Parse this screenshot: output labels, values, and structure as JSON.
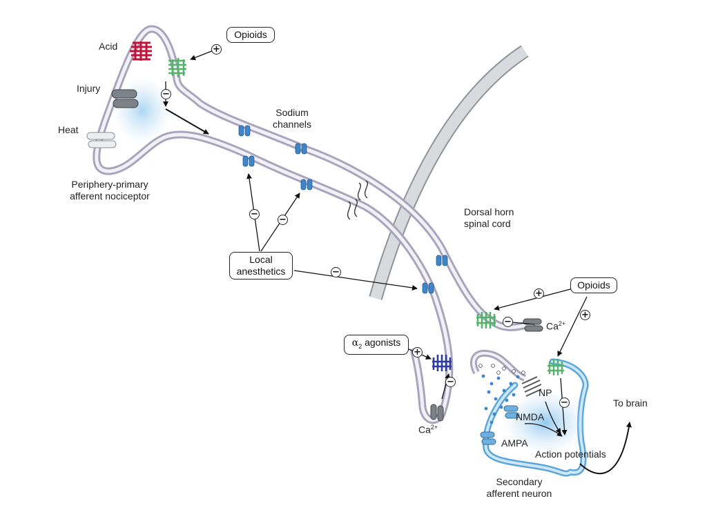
{
  "stimuli": {
    "acid": "Acid",
    "injury": "Injury",
    "heat": "Heat"
  },
  "opioids_top": "Opioids",
  "opioids_right": "Opioids",
  "sodium_channels": [
    "Sodium",
    "channels"
  ],
  "periphery": [
    "Periphery-primary",
    "afferent nociceptor"
  ],
  "dorsal_horn": [
    "Dorsal horn",
    "spinal cord"
  ],
  "local_anesthetics": [
    "Local",
    "anesthetics"
  ],
  "alpha2": {
    "symbol": "α",
    "sub": "2",
    "text": " agonists"
  },
  "ca": {
    "base": "Ca",
    "sup": "2+"
  },
  "np": "NP",
  "nmda": "NMDA",
  "ampa": "AMPA",
  "action_potentials": "Action potentials",
  "to_brain": "To brain",
  "secondary": [
    "Secondary",
    "afferent neuron"
  ],
  "plus": "+",
  "minus": "−",
  "colors": {
    "membrane": "#b7b2c8",
    "membrane_inner": "#f4f3f8",
    "spinal": "#c9cccf",
    "channel": "#3f86c8",
    "acid_receptor": "#c0143c",
    "opioid_receptor": "#55b26a",
    "alpha2_receptor": "#2c3b9c",
    "secondary_neuron": "#8ec7ea",
    "glow": "#cfe6f7"
  }
}
